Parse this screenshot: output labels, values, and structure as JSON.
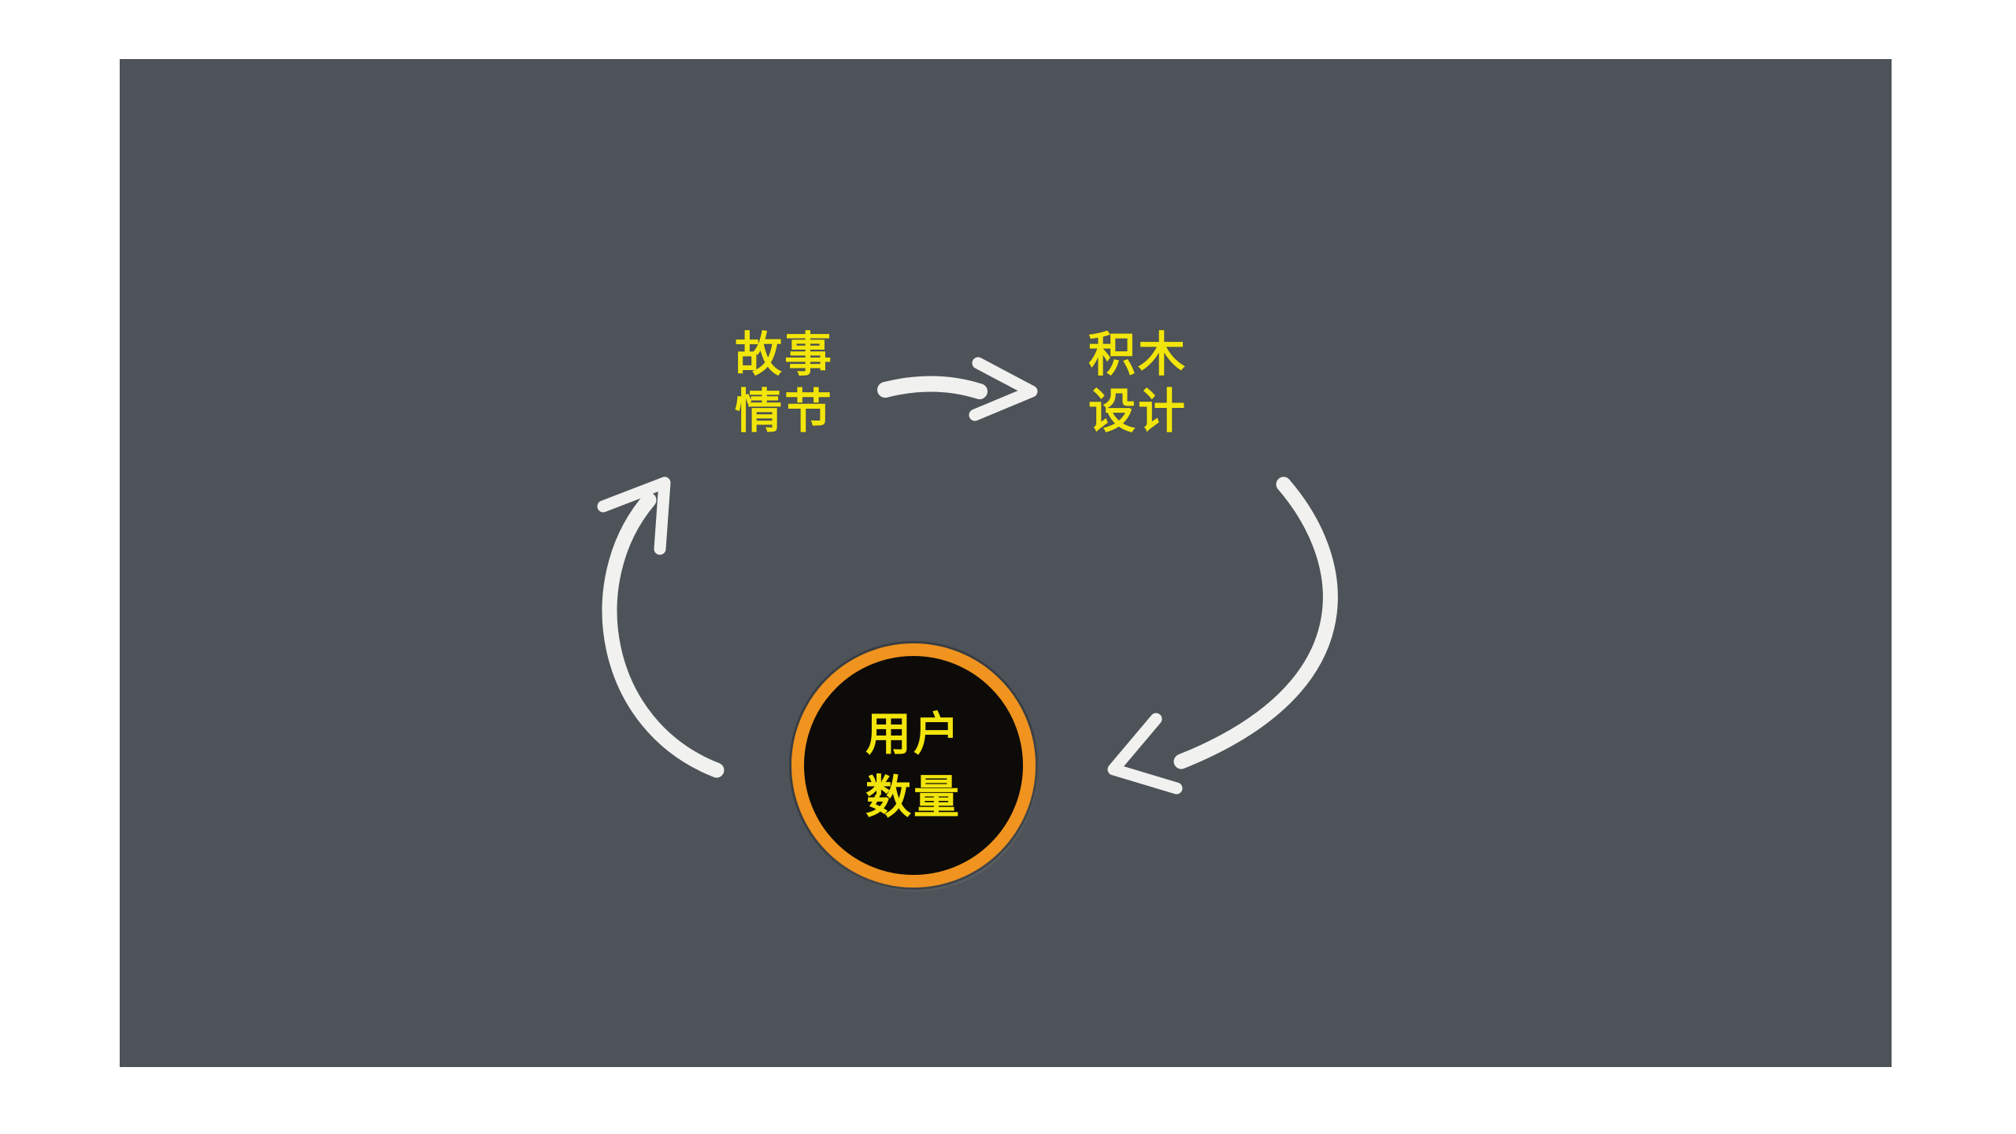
{
  "page": {
    "background": "#ffffff"
  },
  "slide": {
    "background": "#4d5358"
  },
  "diagram": {
    "label_color": "#f2e50b",
    "arrow_color": "#f1f1ef",
    "nodes": {
      "story": {
        "line1": "故事",
        "line2": "情节"
      },
      "blocks": {
        "line1": "积木",
        "line2": "设计"
      },
      "users": {
        "line1": "用户",
        "line2": "数量",
        "circle_fill": "#0d0b08",
        "ring_color": "#f0931f"
      }
    },
    "arrows": [
      {
        "from": "story",
        "to": "blocks",
        "style": "straight-right"
      },
      {
        "from": "blocks",
        "to": "users",
        "style": "curved-down-left"
      },
      {
        "from": "users",
        "to": "story",
        "style": "curved-up-right"
      }
    ]
  }
}
